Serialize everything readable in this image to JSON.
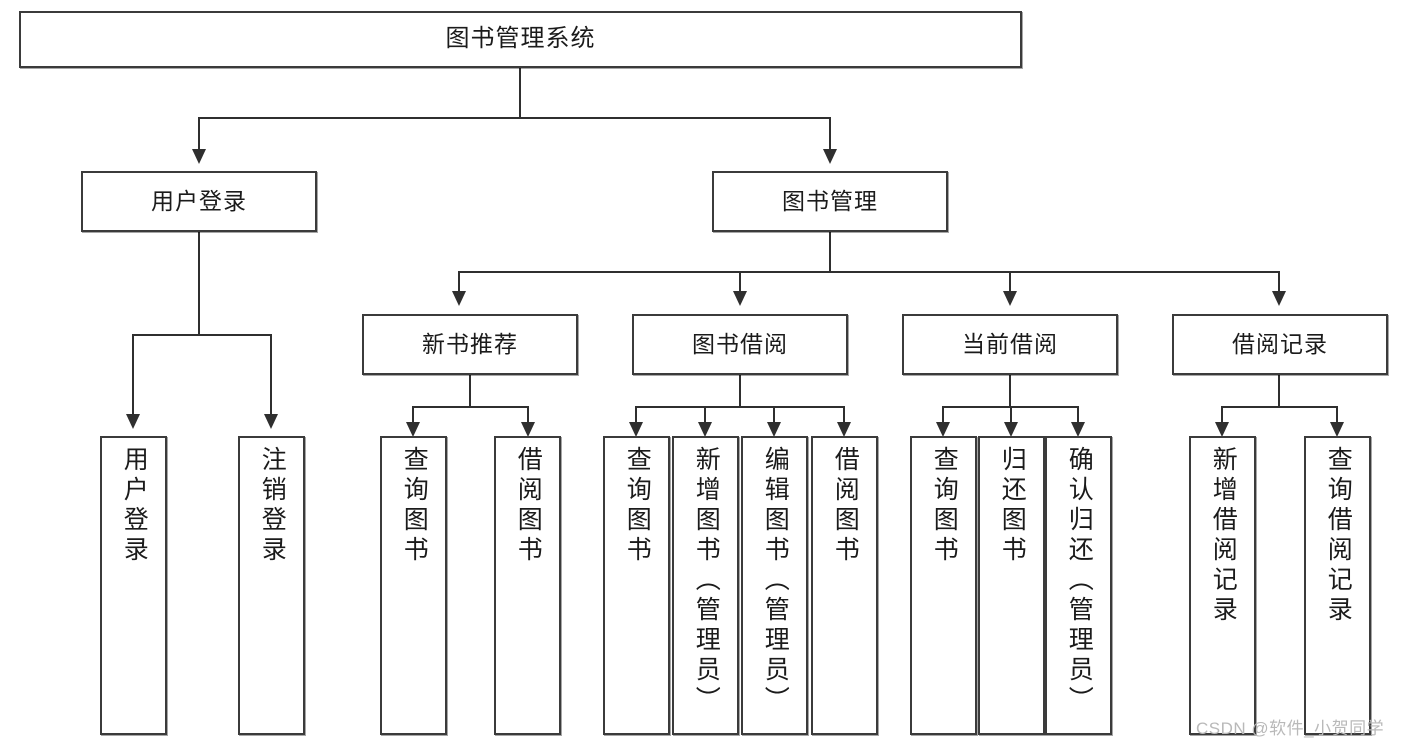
{
  "diagram": {
    "type": "tree-hierarchy",
    "title": "图书管理系统",
    "orientation": "top-down",
    "colors": {
      "box_border": "#3b3b3b",
      "box_fill": "#ffffff",
      "connector": "#2f2f2f",
      "text": "#1b1b1b",
      "watermark": "#b9b9b9",
      "background": "#ffffff"
    }
  },
  "root": {
    "id": "root",
    "label": "图书管理系统"
  },
  "level2": [
    {
      "id": "user-login",
      "label": "用户登录"
    },
    {
      "id": "book-manage",
      "label": "图书管理"
    }
  ],
  "level3": [
    {
      "id": "new-book-recommend",
      "label": "新书推荐"
    },
    {
      "id": "book-borrow",
      "label": "图书借阅"
    },
    {
      "id": "current-borrow",
      "label": "当前借阅"
    },
    {
      "id": "borrow-record",
      "label": "借阅记录"
    }
  ],
  "leaves": {
    "user_login": [
      {
        "id": "leaf-user-login",
        "label": "用户登录"
      },
      {
        "id": "leaf-logout",
        "label": "注销登录"
      }
    ],
    "new_book_recommend": [
      {
        "id": "leaf-query-book-1",
        "label": "查询图书"
      },
      {
        "id": "leaf-borrow-book-1",
        "label": "借阅图书"
      }
    ],
    "book_borrow": [
      {
        "id": "leaf-query-book-2",
        "label": "查询图书"
      },
      {
        "id": "leaf-add-book",
        "label": "新增图书（管理员）"
      },
      {
        "id": "leaf-edit-book",
        "label": "编辑图书（管理员）"
      },
      {
        "id": "leaf-borrow-book-2",
        "label": "借阅图书"
      }
    ],
    "current_borrow": [
      {
        "id": "leaf-query-book-3",
        "label": "查询图书"
      },
      {
        "id": "leaf-return-book",
        "label": "归还图书"
      },
      {
        "id": "leaf-confirm-return",
        "label": "确认归还（管理员）"
      }
    ],
    "borrow_record": [
      {
        "id": "leaf-add-record",
        "label": "新增借阅记录"
      },
      {
        "id": "leaf-query-record",
        "label": "查询借阅记录"
      }
    ]
  },
  "watermark": {
    "text": "CSDN @软件_小贺同学"
  }
}
